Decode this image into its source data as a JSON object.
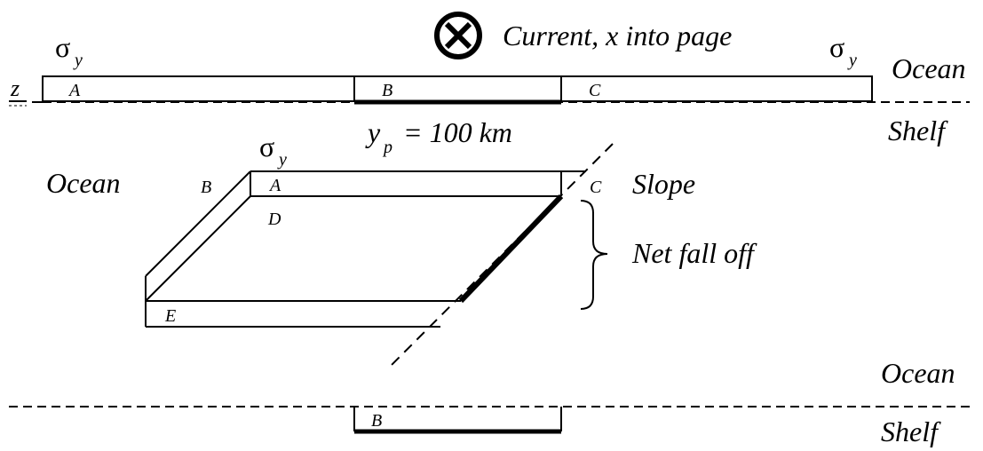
{
  "top": {
    "current_label": "Current, x into page",
    "sigma_left": "σ",
    "sigma_left_sub": "y",
    "sigma_right": "σ",
    "sigma_right_sub": "y",
    "z_label": "z",
    "box_a": "A",
    "box_b": "B",
    "box_c": "C",
    "ocean_label": "Ocean",
    "shelf_label": "Shelf",
    "yp_label": "y",
    "yp_sub": "p",
    "yp_value": " = 100 km"
  },
  "middle": {
    "sigma": "σ",
    "sigma_sub": "y",
    "ocean_label": "Ocean",
    "label_b": "B",
    "label_a": "A",
    "label_c": "C",
    "label_d": "D",
    "label_e": "E",
    "slope_label": "Slope",
    "net_fall_off_label": "Net fall off"
  },
  "bottom": {
    "ocean_label": "Ocean",
    "shelf_label": "Shelf",
    "label_b": "B"
  }
}
